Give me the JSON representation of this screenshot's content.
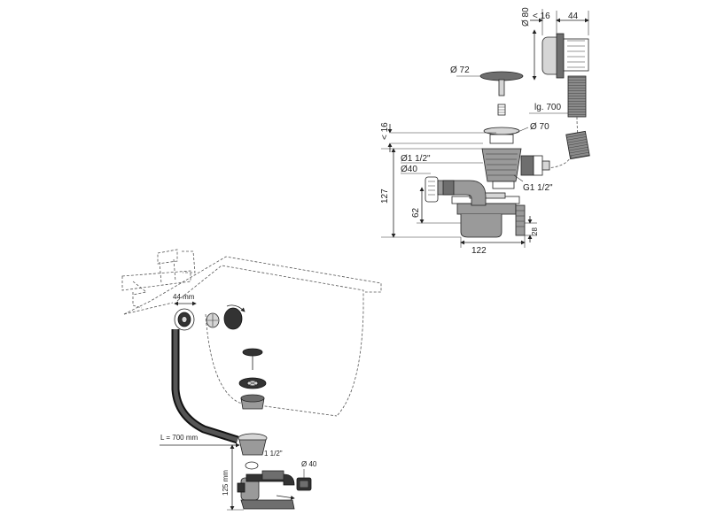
{
  "top_view": {
    "dim_d80": "Ø 80",
    "dim_lt16_top": "< 16",
    "dim_44": "44",
    "dim_d72": "Ø 72",
    "dim_lg700": "lg. 700",
    "dim_lt16_side": "< 16",
    "dim_d70": "Ø 70",
    "dim_d1_half": "Ø1 1/2\"",
    "dim_d40": "Ø40",
    "dim_127": "127",
    "dim_62": "62",
    "dim_g1_half": "G1 1/2\"",
    "dim_28": "28",
    "dim_122": "122"
  },
  "bath_view": {
    "dim_44mm": "44 mm",
    "dim_l700": "L = 700 mm",
    "dim_125mm": "125 mm",
    "dim_1_half": "1 1/2\"",
    "dim_d40": "Ø 40"
  },
  "colors": {
    "line": "#222222",
    "part": "#9a9a9a",
    "dark": "#333333"
  }
}
